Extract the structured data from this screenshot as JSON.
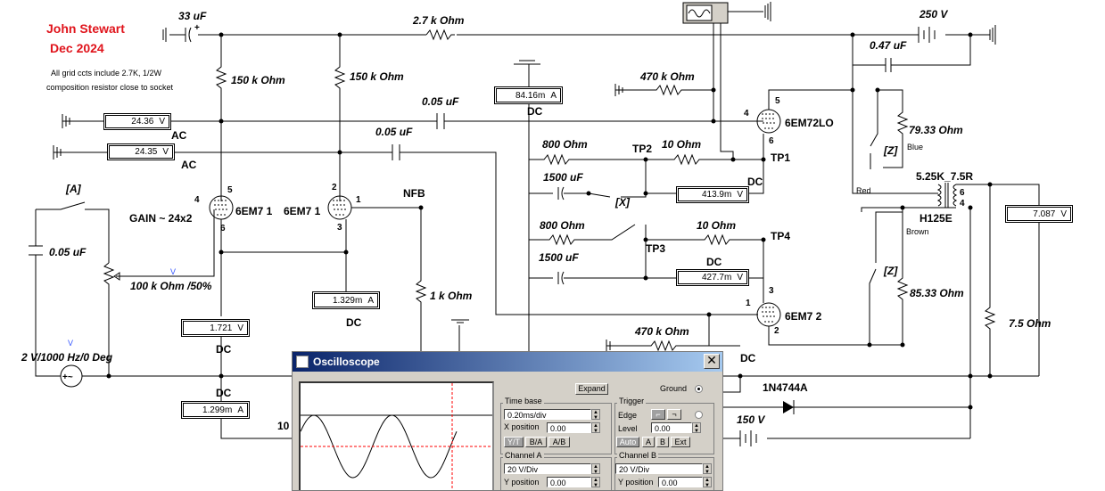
{
  "author": {
    "name": "John Stewart",
    "date": "Dec 2024"
  },
  "note": [
    "All grid ccts include 2.7K, 1/2W",
    "composition resistor close to socket"
  ],
  "components": {
    "c_33uf": "33 uF",
    "r_2k7": "2.7 k Ohm",
    "v_250": "250 V",
    "c_047": "0.47 uF",
    "r_150k_a": "150 k Ohm",
    "r_150k_b": "150 k Ohm",
    "r_470k_a": "470 k Ohm",
    "r_470k_b": "470 k Ohm",
    "c_005_a": "0.05 uF",
    "c_005_b": "0.05 uF",
    "c_005_c": "0.05 uF",
    "tube_out1": "6EM72LO",
    "tube_out2": "6EM7 2",
    "tube_in1": "6EM7 1",
    "tube_in2": "6EM7 1",
    "r_7933": "79.33  Ohm",
    "r_8533": "85.33  Ohm",
    "r_75": "7.5  Ohm",
    "r_800_a": "800  Ohm",
    "r_800_b": "800  Ohm",
    "r_10_a": "10  Ohm",
    "r_10_b": "10  Ohm",
    "c_1500_a": "1500 uF",
    "c_1500_b": "1500 uF",
    "r_1k": "1 k Ohm",
    "pot_100k": "100 k Ohm /50%",
    "source": "2 V/1000 Hz/0 Deg",
    "xfmr": "5.25K_7.5R",
    "xfmr_model": "H125E",
    "zener": "1N4744A",
    "v_150": "150 V",
    "gain": "GAIN ~ 24x2",
    "nfb": "NFB",
    "tp1": "TP1",
    "tp2": "TP2",
    "tp3": "TP3",
    "tp4": "TP4",
    "sw_a": "[A]",
    "sw_x": "[X]",
    "sw_z1": "[Z]",
    "sw_z2": "[Z]",
    "wire_blue": "Blue",
    "wire_red": "Red",
    "wire_brown": "Brown",
    "partial_10": "10",
    "mark_v": "V"
  },
  "meters": [
    {
      "value": "24.36",
      "unit": "V",
      "mode": "AC"
    },
    {
      "value": "24.35",
      "unit": "V",
      "mode": "AC"
    },
    {
      "value": "84.16m",
      "unit": "A",
      "mode": "DC"
    },
    {
      "value": "413.9m",
      "unit": "V",
      "mode": "DC"
    },
    {
      "value": "427.7m",
      "unit": "V",
      "mode": "DC"
    },
    {
      "value": "7.087",
      "unit": "V",
      "mode": ""
    },
    {
      "value": "1.329m",
      "unit": "A",
      "mode": "DC"
    },
    {
      "value": "1.721",
      "unit": "V",
      "mode": "DC"
    },
    {
      "value": "1.299m",
      "unit": "A",
      "mode": "DC"
    },
    {
      "value": "",
      "unit": "",
      "mode": "DC"
    }
  ],
  "pins": [
    "5",
    "4",
    "6",
    "3",
    "1",
    "5",
    "4",
    "6",
    "2",
    "1",
    "3",
    "6",
    "4",
    "2"
  ],
  "oscilloscope": {
    "title": "Oscilloscope",
    "expand": "Expand",
    "ground": "Ground",
    "timebase": {
      "label": "Time base",
      "value": "0.20ms/div",
      "xpos_label": "X position",
      "xpos": "0.00",
      "buttons": [
        "Y/T",
        "B/A",
        "A/B"
      ]
    },
    "trigger": {
      "label": "Trigger",
      "edge_label": "Edge",
      "level_label": "Level",
      "level": "0.00",
      "buttons": [
        "Auto",
        "A",
        "B",
        "Ext"
      ]
    },
    "channel_a": {
      "label": "Channel A",
      "value": "20 V/Div",
      "ypos_label": "Y position",
      "ypos": "0.00"
    },
    "channel_b": {
      "label": "Channel B",
      "value": "20 V/Div",
      "ypos_label": "Y position",
      "ypos": "0.00"
    },
    "trace_periods": 2
  }
}
